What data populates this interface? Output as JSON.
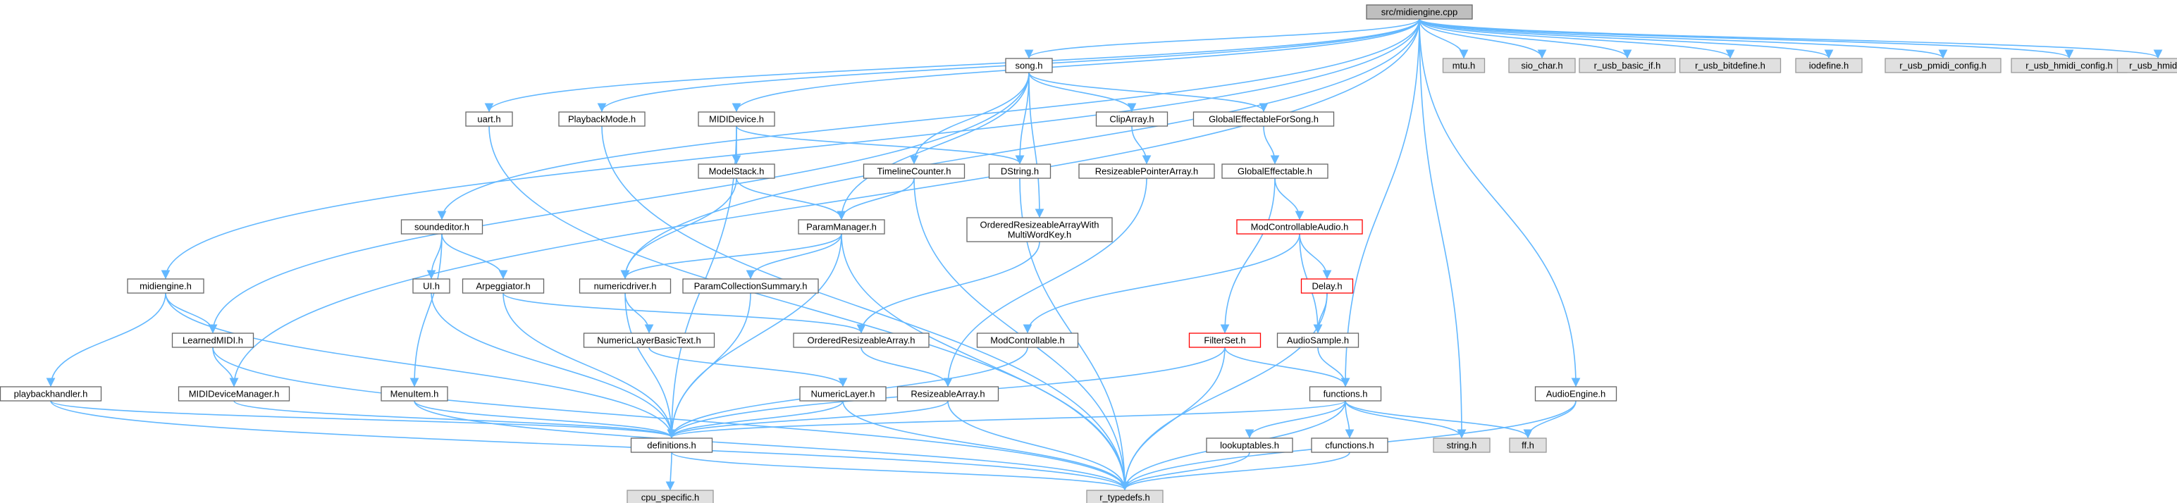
{
  "graph": {
    "colors": {
      "edge": "#63b8ff",
      "node_fill": "#ffffff",
      "node_border": "#666666",
      "root_fill": "#bfbfbf",
      "system_fill": "#e0e0e0",
      "system_border": "#999999",
      "alert_border": "#ff0000"
    },
    "nodes": [
      {
        "id": "root",
        "label": "src/midiengine.cpp",
        "kind": "root"
      },
      {
        "id": "mtu",
        "label": "mtu.h",
        "kind": "system"
      },
      {
        "id": "sio_char",
        "label": "sio_char.h",
        "kind": "system"
      },
      {
        "id": "r_usb_basic_if",
        "label": "r_usb_basic_if.h",
        "kind": "system"
      },
      {
        "id": "r_usb_bitdefine",
        "label": "r_usb_bitdefine.h",
        "kind": "system"
      },
      {
        "id": "iodefine",
        "label": "iodefine.h",
        "kind": "system"
      },
      {
        "id": "r_usb_pmidi_config",
        "label": "r_usb_pmidi_config.h",
        "kind": "system"
      },
      {
        "id": "r_usb_hmidi_config",
        "label": "r_usb_hmidi_config.h",
        "kind": "system"
      },
      {
        "id": "r_usb_hmidi",
        "label": "r_usb_hmidi.h",
        "kind": "system"
      },
      {
        "id": "song",
        "label": "song.h",
        "kind": "normal"
      },
      {
        "id": "uart",
        "label": "uart.h",
        "kind": "normal"
      },
      {
        "id": "playbackmode",
        "label": "PlaybackMode.h",
        "kind": "normal"
      },
      {
        "id": "mididevice",
        "label": "MIDIDevice.h",
        "kind": "normal"
      },
      {
        "id": "cliparray",
        "label": "ClipArray.h",
        "kind": "normal"
      },
      {
        "id": "globaleffectableforsong",
        "label": "GlobalEffectableForSong.h",
        "kind": "normal"
      },
      {
        "id": "modelstack",
        "label": "ModelStack.h",
        "kind": "normal"
      },
      {
        "id": "timelinecounter",
        "label": "TimelineCounter.h",
        "kind": "normal"
      },
      {
        "id": "dstring",
        "label": "DString.h",
        "kind": "normal"
      },
      {
        "id": "resizeablepointerarray",
        "label": "ResizeablePointerArray.h",
        "kind": "normal"
      },
      {
        "id": "globaleffectable",
        "label": "GlobalEffectable.h",
        "kind": "normal"
      },
      {
        "id": "soundeditor",
        "label": "soundeditor.h",
        "kind": "normal"
      },
      {
        "id": "parammanager",
        "label": "ParamManager.h",
        "kind": "normal"
      },
      {
        "id": "orderedresizeablearraywithmultiwordkey",
        "label": "OrderedResizeableArrayWith\nMultiWordKey.h",
        "kind": "normal"
      },
      {
        "id": "modcontrollableaudio",
        "label": "ModControllableAudio.h",
        "kind": "alert"
      },
      {
        "id": "midiengine_h",
        "label": "midiengine.h",
        "kind": "normal"
      },
      {
        "id": "ui",
        "label": "UI.h",
        "kind": "normal"
      },
      {
        "id": "arpeggiator",
        "label": "Arpeggiator.h",
        "kind": "normal"
      },
      {
        "id": "numericdriver",
        "label": "numericdriver.h",
        "kind": "normal"
      },
      {
        "id": "paramcollectionsummary",
        "label": "ParamCollectionSummary.h",
        "kind": "normal"
      },
      {
        "id": "delay",
        "label": "Delay.h",
        "kind": "alert"
      },
      {
        "id": "learnedmidi",
        "label": "LearnedMIDI.h",
        "kind": "normal"
      },
      {
        "id": "numericlayerbasictext",
        "label": "NumericLayerBasicText.h",
        "kind": "normal"
      },
      {
        "id": "orderedresizeablearray",
        "label": "OrderedResizeableArray.h",
        "kind": "normal"
      },
      {
        "id": "modcontrollable",
        "label": "ModControllable.h",
        "kind": "normal"
      },
      {
        "id": "filterset",
        "label": "FilterSet.h",
        "kind": "alert"
      },
      {
        "id": "audiosample",
        "label": "AudioSample.h",
        "kind": "normal"
      },
      {
        "id": "playbackhandler",
        "label": "playbackhandler.h",
        "kind": "normal"
      },
      {
        "id": "mididevicemanager",
        "label": "MIDIDeviceManager.h",
        "kind": "normal"
      },
      {
        "id": "menuitem",
        "label": "MenuItem.h",
        "kind": "normal"
      },
      {
        "id": "numericlayer",
        "label": "NumericLayer.h",
        "kind": "normal"
      },
      {
        "id": "resizeablearray",
        "label": "ResizeableArray.h",
        "kind": "normal"
      },
      {
        "id": "functions",
        "label": "functions.h",
        "kind": "normal"
      },
      {
        "id": "audioengine",
        "label": "AudioEngine.h",
        "kind": "normal"
      },
      {
        "id": "definitions",
        "label": "definitions.h",
        "kind": "normal"
      },
      {
        "id": "lookuptables",
        "label": "lookuptables.h",
        "kind": "normal"
      },
      {
        "id": "cfunctions",
        "label": "cfunctions.h",
        "kind": "normal"
      },
      {
        "id": "string_h",
        "label": "string.h",
        "kind": "system"
      },
      {
        "id": "ff",
        "label": "ff.h",
        "kind": "system"
      },
      {
        "id": "cpu_specific",
        "label": "cpu_specific.h",
        "kind": "system"
      },
      {
        "id": "r_typedefs",
        "label": "r_typedefs.h",
        "kind": "system"
      }
    ],
    "edges": [
      [
        "root",
        "mtu"
      ],
      [
        "root",
        "sio_char"
      ],
      [
        "root",
        "r_usb_basic_if"
      ],
      [
        "root",
        "r_usb_bitdefine"
      ],
      [
        "root",
        "iodefine"
      ],
      [
        "root",
        "r_usb_pmidi_config"
      ],
      [
        "root",
        "r_usb_hmidi_config"
      ],
      [
        "root",
        "r_usb_hmidi"
      ],
      [
        "root",
        "song"
      ],
      [
        "root",
        "uart"
      ],
      [
        "root",
        "playbackmode"
      ],
      [
        "root",
        "mididevice"
      ],
      [
        "root",
        "soundeditor"
      ],
      [
        "root",
        "midiengine_h"
      ],
      [
        "root",
        "mididevicemanager"
      ],
      [
        "root",
        "numericdriver"
      ],
      [
        "root",
        "functions"
      ],
      [
        "root",
        "string_h"
      ],
      [
        "root",
        "audioengine"
      ],
      [
        "song",
        "cliparray"
      ],
      [
        "song",
        "globaleffectableforsong"
      ],
      [
        "song",
        "timelinecounter"
      ],
      [
        "song",
        "dstring"
      ],
      [
        "song",
        "parammanager"
      ],
      [
        "song",
        "orderedresizeablearraywithmultiwordkey"
      ],
      [
        "song",
        "learnedmidi"
      ],
      [
        "cliparray",
        "resizeablepointerarray"
      ],
      [
        "globaleffectableforsong",
        "globaleffectable"
      ],
      [
        "globaleffectable",
        "modcontrollableaudio"
      ],
      [
        "globaleffectable",
        "filterset"
      ],
      [
        "modcontrollableaudio",
        "modcontrollable"
      ],
      [
        "modcontrollableaudio",
        "delay"
      ],
      [
        "modcontrollableaudio",
        "audiosample"
      ],
      [
        "delay",
        "audiosample"
      ],
      [
        "delay",
        "r_typedefs"
      ],
      [
        "resizeablepointerarray",
        "resizeablearray"
      ],
      [
        "orderedresizeablearraywithmultiwordkey",
        "orderedresizeablearray"
      ],
      [
        "mididevice",
        "modelstack"
      ],
      [
        "mididevice",
        "dstring"
      ],
      [
        "mididevice",
        "definitions"
      ],
      [
        "modelstack",
        "parammanager"
      ],
      [
        "modelstack",
        "numericdriver"
      ],
      [
        "timelinecounter",
        "parammanager"
      ],
      [
        "timelinecounter",
        "r_typedefs"
      ],
      [
        "dstring",
        "r_typedefs"
      ],
      [
        "parammanager",
        "numericdriver"
      ],
      [
        "parammanager",
        "paramcollectionsummary"
      ],
      [
        "parammanager",
        "definitions"
      ],
      [
        "parammanager",
        "r_typedefs"
      ],
      [
        "paramcollectionsummary",
        "definitions"
      ],
      [
        "numericdriver",
        "numericlayerbasictext"
      ],
      [
        "numericdriver",
        "definitions"
      ],
      [
        "numericlayerbasictext",
        "numericlayer"
      ],
      [
        "numericlayer",
        "definitions"
      ],
      [
        "numericlayer",
        "r_typedefs"
      ],
      [
        "orderedresizeablearray",
        "resizeablearray"
      ],
      [
        "resizeablearray",
        "definitions"
      ],
      [
        "resizeablearray",
        "r_typedefs"
      ],
      [
        "soundeditor",
        "ui"
      ],
      [
        "soundeditor",
        "arpeggiator"
      ],
      [
        "soundeditor",
        "menuitem"
      ],
      [
        "ui",
        "definitions"
      ],
      [
        "arpeggiator",
        "orderedresizeablearray"
      ],
      [
        "arpeggiator",
        "definitions"
      ],
      [
        "menuitem",
        "definitions"
      ],
      [
        "menuitem",
        "r_typedefs"
      ],
      [
        "midiengine_h",
        "learnedmidi"
      ],
      [
        "midiengine_h",
        "playbackhandler"
      ],
      [
        "midiengine_h",
        "definitions"
      ],
      [
        "learnedmidi",
        "mididevicemanager"
      ],
      [
        "learnedmidi",
        "r_typedefs"
      ],
      [
        "mididevicemanager",
        "definitions"
      ],
      [
        "playbackhandler",
        "definitions"
      ],
      [
        "playbackhandler",
        "r_typedefs"
      ],
      [
        "uart",
        "r_typedefs"
      ],
      [
        "playbackmode",
        "r_typedefs"
      ],
      [
        "modcontrollable",
        "definitions"
      ],
      [
        "filterset",
        "functions"
      ],
      [
        "filterset",
        "definitions"
      ],
      [
        "filterset",
        "r_typedefs"
      ],
      [
        "audiosample",
        "functions"
      ],
      [
        "functions",
        "definitions"
      ],
      [
        "functions",
        "lookuptables"
      ],
      [
        "functions",
        "cfunctions"
      ],
      [
        "functions",
        "string_h"
      ],
      [
        "functions",
        "ff"
      ],
      [
        "functions",
        "r_typedefs"
      ],
      [
        "audioengine",
        "ff"
      ],
      [
        "audioengine",
        "r_typedefs"
      ],
      [
        "definitions",
        "cpu_specific"
      ],
      [
        "definitions",
        "r_typedefs"
      ],
      [
        "lookuptables",
        "r_typedefs"
      ],
      [
        "cfunctions",
        "r_typedefs"
      ]
    ]
  }
}
